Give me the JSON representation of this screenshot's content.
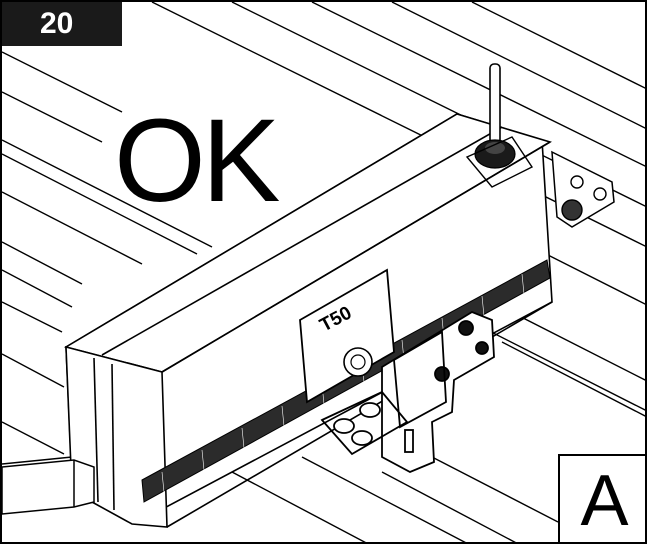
{
  "step": {
    "number": "20"
  },
  "status": {
    "text": "OK"
  },
  "product": {
    "brand_label": "T50"
  },
  "detail": {
    "label": "A"
  },
  "colors": {
    "ink": "#000000",
    "badge": "#1a1a1a",
    "device_face": "#ffffff",
    "vent": "#2b2b2b"
  }
}
